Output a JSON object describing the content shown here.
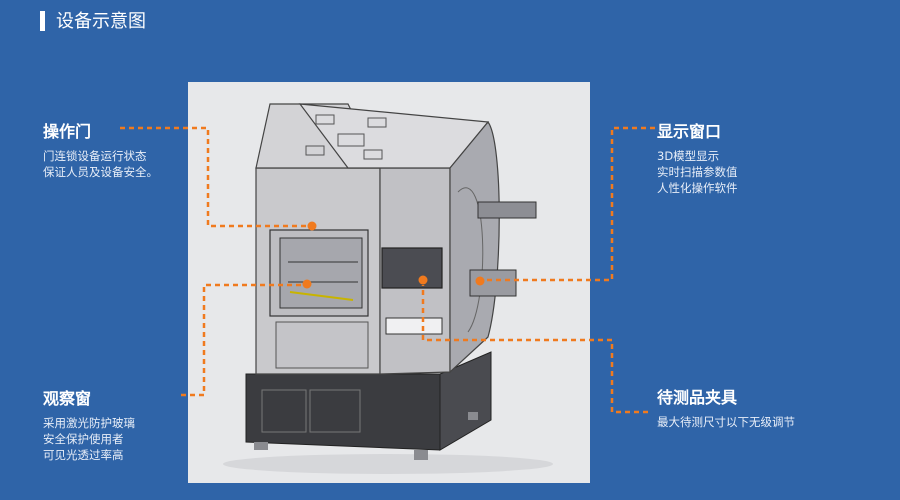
{
  "page": {
    "title": "设备示意图"
  },
  "colors": {
    "background": "#2f64a8",
    "leader": "#f07a1e",
    "panel": "#e7e8ea"
  },
  "callouts": {
    "door": {
      "head": "操作门",
      "lines": [
        "门连锁设备运行状态",
        "保证人员及设备安全。"
      ]
    },
    "window": {
      "head": "观察窗",
      "lines": [
        "采用激光防护玻璃",
        "安全保护使用者",
        "可见光透过率高"
      ]
    },
    "screen": {
      "head": "显示窗口",
      "lines": [
        "3D模型显示",
        "实时扫描参数值",
        "人性化操作软件"
      ]
    },
    "fixture": {
      "head": "待测品夹具",
      "lines": [
        "最大待测尺寸以下无级调节"
      ]
    }
  }
}
